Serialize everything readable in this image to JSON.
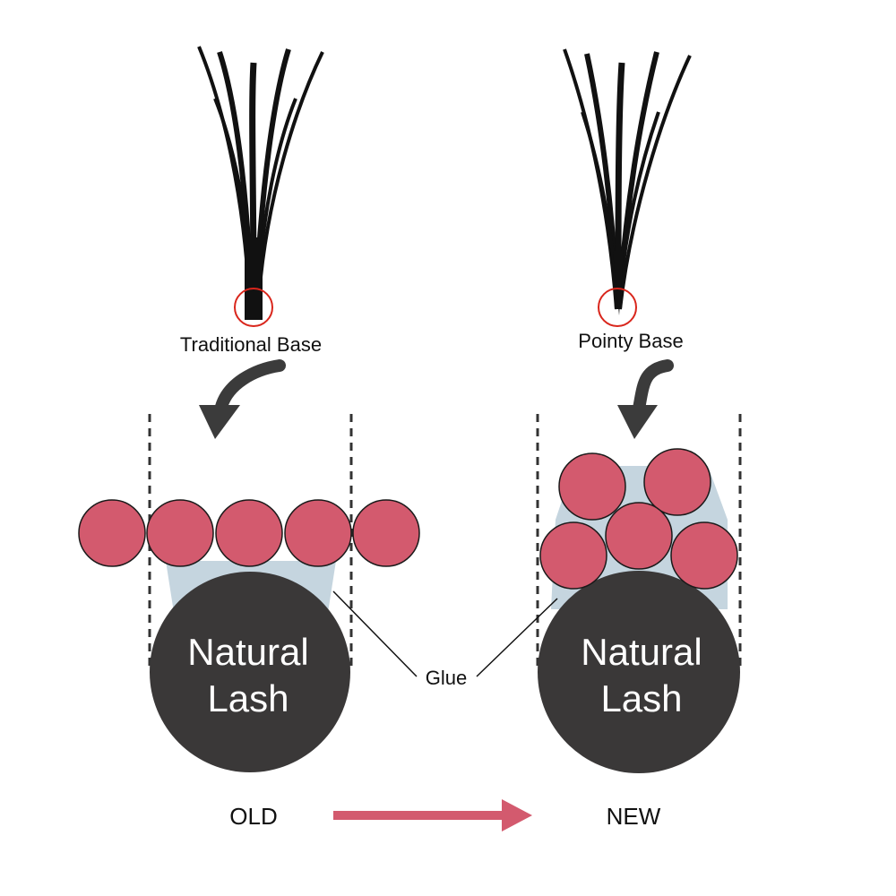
{
  "left": {
    "base_label": "Traditional Base",
    "lash_text_line1": "Natural",
    "lash_text_line2": "Lash",
    "caption": "OLD"
  },
  "right": {
    "base_label": "Pointy Base",
    "lash_text_line1": "Natural",
    "lash_text_line2": "Lash",
    "caption": "NEW"
  },
  "glue_label": "Glue",
  "colors": {
    "fiber": "#d35a6e",
    "natural_lash": "#3a3838",
    "glue": "#c5d5df",
    "highlight_circle": "#d9261c",
    "arrow": "#d35a6e",
    "curved_arrow": "#3b3b3b"
  }
}
